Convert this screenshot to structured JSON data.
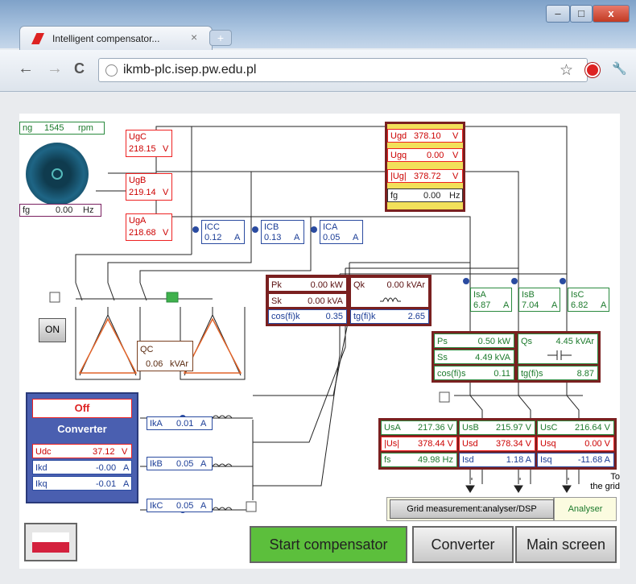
{
  "browser": {
    "tab_title": "Intelligent compensator...",
    "tab_close": "×",
    "new_tab": "+",
    "url": "ikmb-plc.isep.pw.edu.pl",
    "back": "←",
    "forward": "→",
    "reload": "C",
    "star": "☆",
    "wrench": "🔧",
    "win_min": "–",
    "win_max": "□",
    "win_close": "x"
  },
  "generator": {
    "speed_label": "ng",
    "speed_value": "1545",
    "speed_unit": "rpm",
    "freq_label": "fg",
    "freq_value": "0.00",
    "freq_unit": "Hz"
  },
  "phase_voltages": [
    {
      "label": "UgC",
      "value": "218.15",
      "unit": "V"
    },
    {
      "label": "UgB",
      "value": "219.14",
      "unit": "V"
    },
    {
      "label": "UgA",
      "value": "218.68",
      "unit": "V"
    }
  ],
  "gen_summary": [
    {
      "label": "Ugd",
      "value": "378.10",
      "unit": "V"
    },
    {
      "label": "Ugq",
      "value": "0.00",
      "unit": "V"
    },
    {
      "label": "|Ug|",
      "value": "378.72",
      "unit": "V"
    },
    {
      "label": "fg",
      "value": "0.00",
      "unit": "Hz"
    }
  ],
  "cap_currents": [
    {
      "label": "ICC",
      "value": "0.12",
      "unit": "A"
    },
    {
      "label": "ICB",
      "value": "0.13",
      "unit": "A"
    },
    {
      "label": "ICA",
      "value": "0.05",
      "unit": "A"
    }
  ],
  "compensator_power": {
    "pk_label": "Pk",
    "pk_value": "0.00 kW",
    "qk_label": "Qk",
    "qk_value": "0.00 kVAr",
    "sk_label": "Sk",
    "sk_value": "0.00 kVA",
    "cos_label": "cos(fi)k",
    "cos_value": "0.35",
    "tg_label": "tg(fi)k",
    "tg_value": "2.65"
  },
  "grid_currents": [
    {
      "label": "IsA",
      "value": "6.87",
      "unit": "A"
    },
    {
      "label": "IsB",
      "value": "7.04",
      "unit": "A"
    },
    {
      "label": "IsC",
      "value": "6.82",
      "unit": "A"
    }
  ],
  "grid_power": {
    "ps_label": "Ps",
    "ps_value": "0.50 kW",
    "qs_label": "Qs",
    "qs_value": "4.45 kVAr",
    "ss_label": "Ss",
    "ss_value": "4.49 kVA",
    "cos_label": "cos(fi)s",
    "cos_value": "0.11",
    "tg_label": "tg(fi)s",
    "tg_value": "8.87"
  },
  "qc": {
    "label": "QC",
    "value": "0.06",
    "unit": "kVAr"
  },
  "on_button": "ON",
  "converter": {
    "status": "Off",
    "title": "Converter",
    "rows": [
      {
        "label": "Udc",
        "value": "37.12",
        "unit": "V"
      },
      {
        "label": "Ikd",
        "value": "-0.00",
        "unit": "A"
      },
      {
        "label": "Ikq",
        "value": "-0.01",
        "unit": "A"
      }
    ]
  },
  "conv_currents": [
    {
      "label": "IkA",
      "value": "0.01",
      "unit": "A"
    },
    {
      "label": "IkB",
      "value": "0.05",
      "unit": "A"
    },
    {
      "label": "IkC",
      "value": "0.05",
      "unit": "A"
    }
  ],
  "grid_table": {
    "row1": [
      {
        "label": "UsA",
        "value": "217.36 V"
      },
      {
        "label": "UsB",
        "value": "215.97 V"
      },
      {
        "label": "UsC",
        "value": "216.64 V"
      }
    ],
    "row2": [
      {
        "label": "|Us|",
        "value": "378.44 V"
      },
      {
        "label": "Usd",
        "value": "378.34 V"
      },
      {
        "label": "Usq",
        "value": "0.00 V"
      }
    ],
    "row3": [
      {
        "label": "fs",
        "value": "49.98 Hz"
      },
      {
        "label": "Isd",
        "value": "1.18 A"
      },
      {
        "label": "Isq",
        "value": "-11.68 A"
      }
    ]
  },
  "to_grid": "To\nthe grid",
  "grid_measurement_button": "Grid measurement:analyser/DSP",
  "analyser_label": "Analyser",
  "buttons": {
    "start": "Start compensator",
    "converter": "Converter",
    "main": "Main screen"
  },
  "colors": {
    "red": "#e22222",
    "blue": "#2a4ba0",
    "green": "#2a8a3e",
    "start_green": "#5cbf3c",
    "converter_panel": "#4a5fb0"
  }
}
